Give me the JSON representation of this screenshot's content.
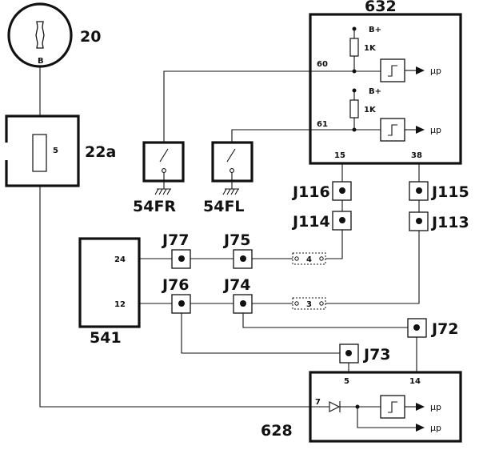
{
  "components": {
    "c20": {
      "label": "20",
      "pin": "B"
    },
    "c22a": {
      "label": "22a",
      "pin": "5"
    },
    "c632": {
      "label": "632",
      "pin_top": "60",
      "pin_bottom": "61",
      "out1": "15",
      "out2": "38",
      "supply": "B+",
      "resistor": "1K",
      "output": "μp"
    },
    "c54FR": {
      "label": "54FR"
    },
    "c54FL": {
      "label": "54FL"
    },
    "c541": {
      "label": "541",
      "pin_a": "24",
      "pin_b": "12"
    },
    "c628": {
      "label": "628",
      "pin_in": "7",
      "pin_5": "5",
      "pin_14": "14",
      "output": "μp"
    }
  },
  "junctions": {
    "J116": "J116",
    "J115": "J115",
    "J114": "J114",
    "J113": "J113",
    "J77": "J77",
    "J75": "J75",
    "J76": "J76",
    "J74": "J74",
    "J72": "J72",
    "J73": "J73"
  },
  "connectors": {
    "conn4": "4",
    "conn3": "3"
  }
}
